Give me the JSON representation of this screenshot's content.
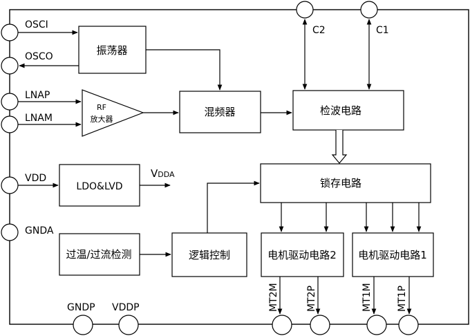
{
  "pins": {
    "osci": "OSCI",
    "osco": "OSCO",
    "lnap": "LNAP",
    "lnam": "LNAM",
    "vdd": "VDD",
    "gnda": "GNDA",
    "gndp": "GNDP",
    "vddp": "VDDP",
    "c1": "C1",
    "c2": "C2",
    "mt2m": "MT2M",
    "mt2p": "MT2P",
    "mt1m": "MT1M",
    "mt1p": "MT1P"
  },
  "blocks": {
    "oscillator": "振荡器",
    "rf_amp_line1": "RF",
    "rf_amp_line2": "放大器",
    "mixer": "混频器",
    "detector": "检波电路",
    "ldo": "LDO&LVD",
    "latch": "锁存电路",
    "temp_detect": "过温/过流检测",
    "logic": "逻辑控制",
    "motor_driver_2": "电机驱动电路2",
    "motor_driver_1": "电机驱动电路1"
  },
  "output_vdda": {
    "main": "V",
    "sub": "DDA"
  }
}
